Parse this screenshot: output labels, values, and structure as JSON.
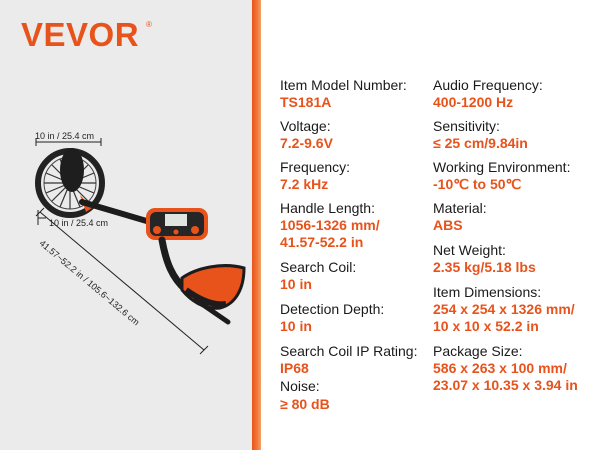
{
  "brand": {
    "name": "VEVOR",
    "reg_mark": "®"
  },
  "dimensions": {
    "coil_top": "10 in / 25.4 cm",
    "coil_side": "10 in / 25.4 cm",
    "length": "41.57~52.2 in / 105.6~132.6 cm"
  },
  "specs_left": [
    {
      "label": "Item Model Number:",
      "value": [
        "TS181A"
      ]
    },
    {
      "label": "Voltage:",
      "value": [
        "7.2-9.6V"
      ]
    },
    {
      "label": "Frequency:",
      "value": [
        "7.2 kHz"
      ]
    },
    {
      "label": "Handle Length:",
      "value": [
        "1056-1326 mm/",
        "41.57-52.2 in"
      ]
    },
    {
      "label": "Search Coil:",
      "value": [
        "10 in"
      ]
    },
    {
      "label": "Detection Depth:",
      "value": [
        "10 in"
      ]
    },
    {
      "label": "Search Coil IP Rating:",
      "value": [
        "IP68"
      ]
    },
    {
      "label": "Noise:",
      "value": [
        "≥ 80 dB"
      ]
    }
  ],
  "specs_right": [
    {
      "label": "Audio Frequency:",
      "value": [
        "400-1200 Hz"
      ]
    },
    {
      "label": "Sensitivity:",
      "value": [
        "≤ 25 cm/9.84in"
      ]
    },
    {
      "label": "Working Environment:",
      "value": [
        "-10℃ to 50℃"
      ]
    },
    {
      "label": "Material:",
      "value": [
        "ABS"
      ]
    },
    {
      "label": "Net Weight:",
      "value": [
        "2.35 kg/5.18 lbs"
      ]
    },
    {
      "label": "Item Dimensions:",
      "value": [
        "254 x 254 x 1326 mm/",
        "10 x 10 x 52.2 in"
      ]
    },
    {
      "label": "Package Size:",
      "value": [
        "586 x 263 x 100 mm/",
        "23.07 x 10.35 x 3.94 in"
      ]
    }
  ],
  "colors": {
    "accent": "#e8531c",
    "text": "#1a1a1a",
    "panel": "#ebebeb"
  },
  "icons": [
    "metal-detector-image",
    "dimension-arrow"
  ]
}
